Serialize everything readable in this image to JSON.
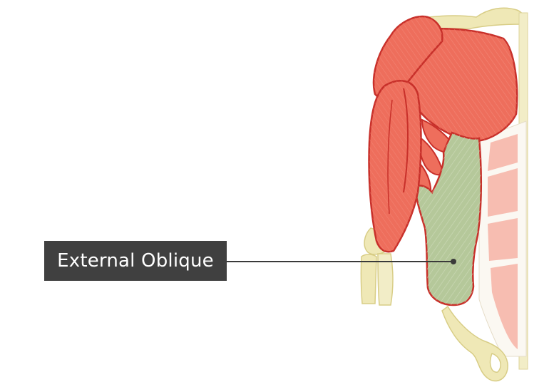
{
  "diagram": {
    "label": "External Oblique",
    "colors": {
      "label_bg": "#404040",
      "label_text": "#ffffff",
      "leader": "#3a3a3a",
      "muscle": "#ee6e5c",
      "muscle_outline": "#c8302a",
      "highlight_muscle": "#b5c89a",
      "bone": "#efe8b6",
      "rectus_sheath": "#f7c4ba"
    },
    "structures": [
      "deltoid-muscle",
      "pectoralis-major-muscle",
      "biceps-brachii-muscle",
      "serratus-anterior-muscle",
      "external-oblique-muscle",
      "rectus-abdominis-muscle",
      "clavicle-bone",
      "humerus-bone",
      "forearm-bones",
      "pelvis-bone",
      "sternum-bone"
    ]
  }
}
